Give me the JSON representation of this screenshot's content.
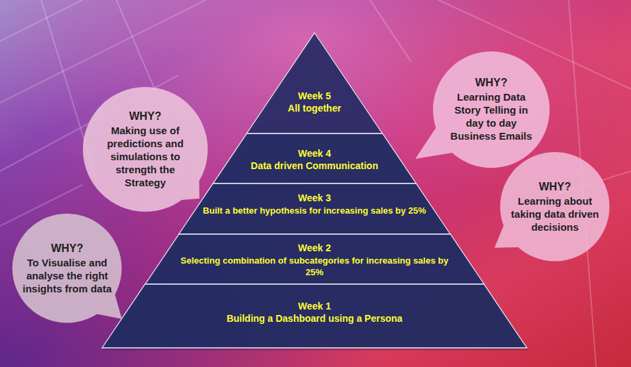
{
  "diagram": {
    "nodes": [
      {
        "text": [
          "Week 5",
          "All together"
        ]
      },
      {
        "text": [
          "Week 4",
          "Data driven Communication"
        ]
      },
      {
        "text": [
          "Week 3",
          "Built a better hypothesis for increasing sales by 25%"
        ]
      },
      {
        "text": [
          "Week 2",
          "Selecting combination of subcategories for increasing sales by 25%"
        ]
      },
      {
        "text": [
          "Week 1",
          "Building a Dashboard using a Persona"
        ]
      },
      {
        "text": [
          "WHY?",
          "Learning Data Story Telling in day to day Business Emails"
        ]
      },
      {
        "text": [
          "WHY?",
          "Making use of predictions and simulations to strength the Strategy"
        ]
      },
      {
        "text": [
          "WHY?",
          "Learning about taking data driven decisions"
        ]
      },
      {
        "text": [
          "WHY?",
          "To Visualise and analyse the right insights from data"
        ]
      }
    ]
  }
}
